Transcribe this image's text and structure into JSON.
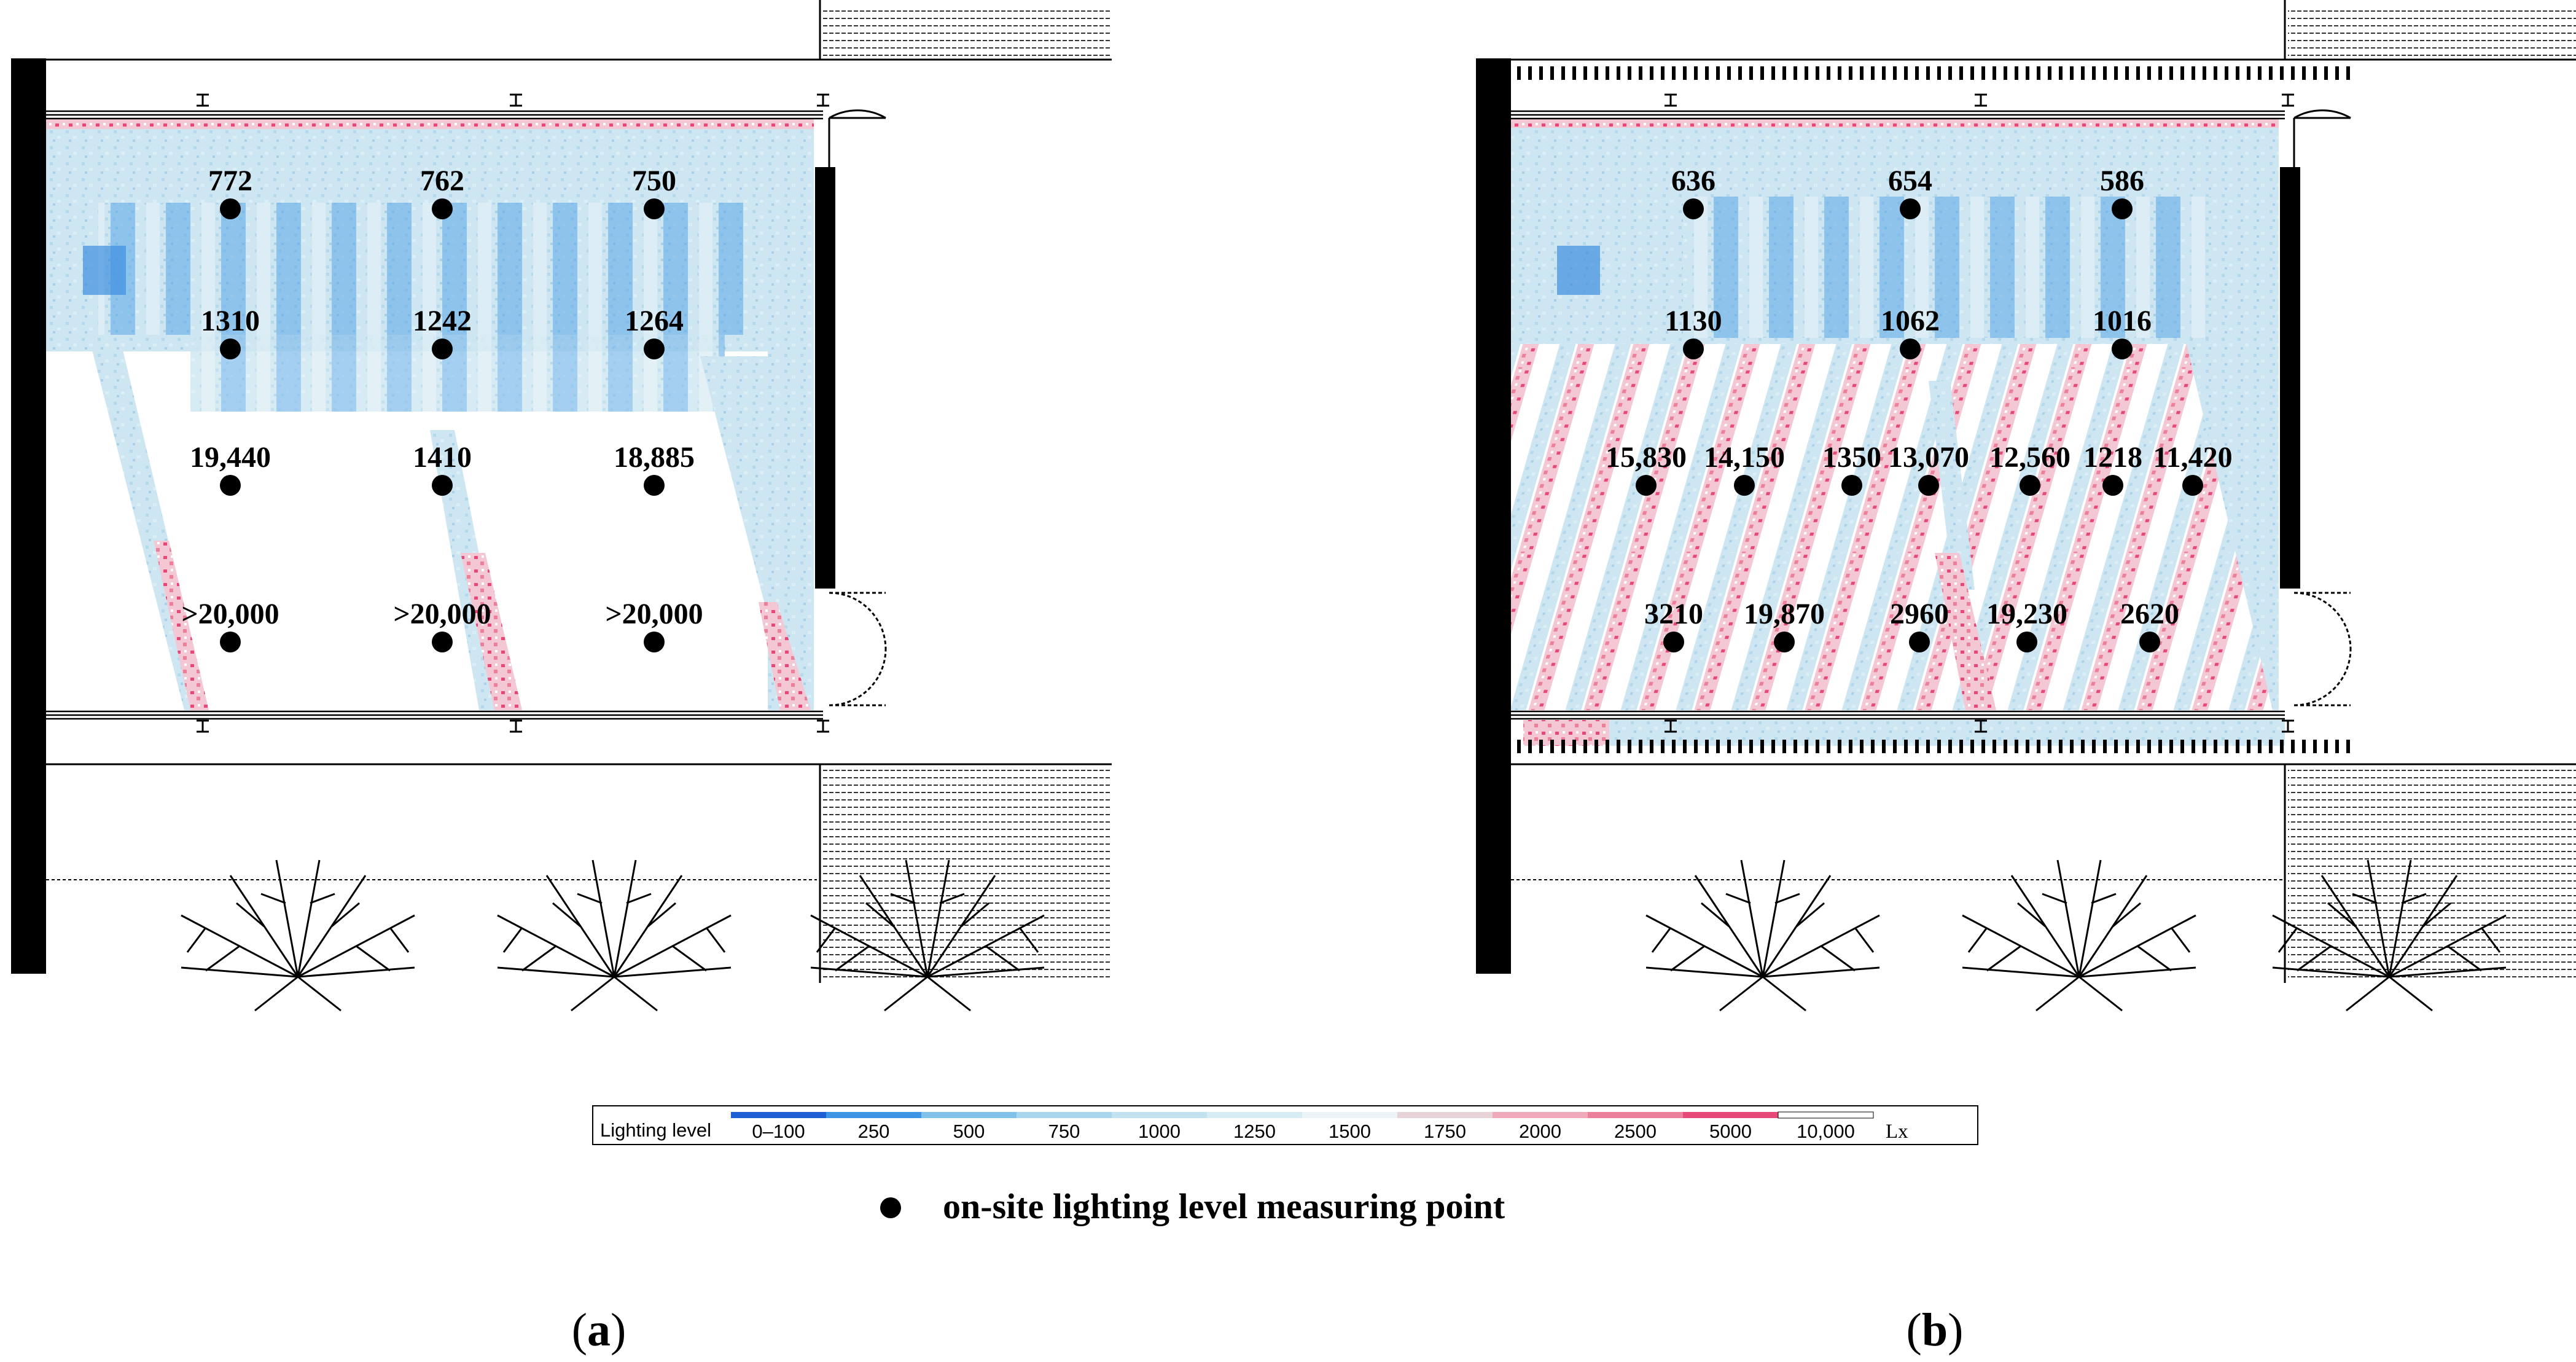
{
  "panels": [
    {
      "label_letter": "a",
      "points": [
        {
          "value": "772"
        },
        {
          "value": "762"
        },
        {
          "value": "750"
        },
        {
          "value": "1310"
        },
        {
          "value": "1242"
        },
        {
          "value": "1264"
        },
        {
          "value": "19,440"
        },
        {
          "value": "1410"
        },
        {
          "value": "18,885"
        },
        {
          "value": ">20,000"
        },
        {
          "value": ">20,000"
        },
        {
          "value": ">20,000"
        }
      ]
    },
    {
      "label_letter": "b",
      "points": [
        {
          "value": "636"
        },
        {
          "value": "654"
        },
        {
          "value": "586"
        },
        {
          "value": "1130"
        },
        {
          "value": "1062"
        },
        {
          "value": "1016"
        },
        {
          "value": "15,830"
        },
        {
          "value": "14,150"
        },
        {
          "value": "1350"
        },
        {
          "value": "13,070"
        },
        {
          "value": "12,560"
        },
        {
          "value": "1218"
        },
        {
          "value": "11,420"
        },
        {
          "value": "3210"
        },
        {
          "value": "19,870"
        },
        {
          "value": "2960"
        },
        {
          "value": "19,230"
        },
        {
          "value": "2620"
        }
      ]
    }
  ],
  "legend": {
    "title": "Lighting level",
    "unit": "Lx",
    "ticks": [
      "0–100",
      "250",
      "500",
      "750",
      "1000",
      "1250",
      "1500",
      "1750",
      "2000",
      "2500",
      "5000",
      "10,000"
    ],
    "colors": [
      "#1f5fd6",
      "#3d95e4",
      "#82c2ea",
      "#a8d6ec",
      "#c2e2f0",
      "#d8ecf4",
      "#ecf4f8",
      "#e8d4d8",
      "#f0a9b9",
      "#ec7f9a",
      "#e64878",
      "#ffffff"
    ]
  },
  "key": {
    "text": "on-site lighting level measuring point"
  },
  "colors": {
    "cool": "#c8e3ef",
    "cool_deep": "#4a9be3",
    "hot": "#e84a7c",
    "wall": "#000000"
  }
}
